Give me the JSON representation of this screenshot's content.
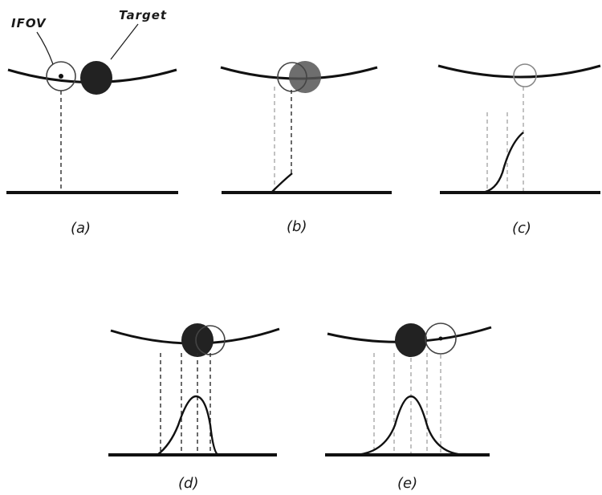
{
  "callouts": {
    "ifov": "IFOV",
    "target": "Target"
  },
  "panels": [
    {
      "id": "a",
      "label": "(a)"
    },
    {
      "id": "b",
      "label": "(b)"
    },
    {
      "id": "c",
      "label": "(c)"
    },
    {
      "id": "d",
      "label": "(d)"
    },
    {
      "id": "e",
      "label": "(e)"
    }
  ],
  "colors": {
    "ink": "#111111",
    "paper": "#ffffff"
  }
}
